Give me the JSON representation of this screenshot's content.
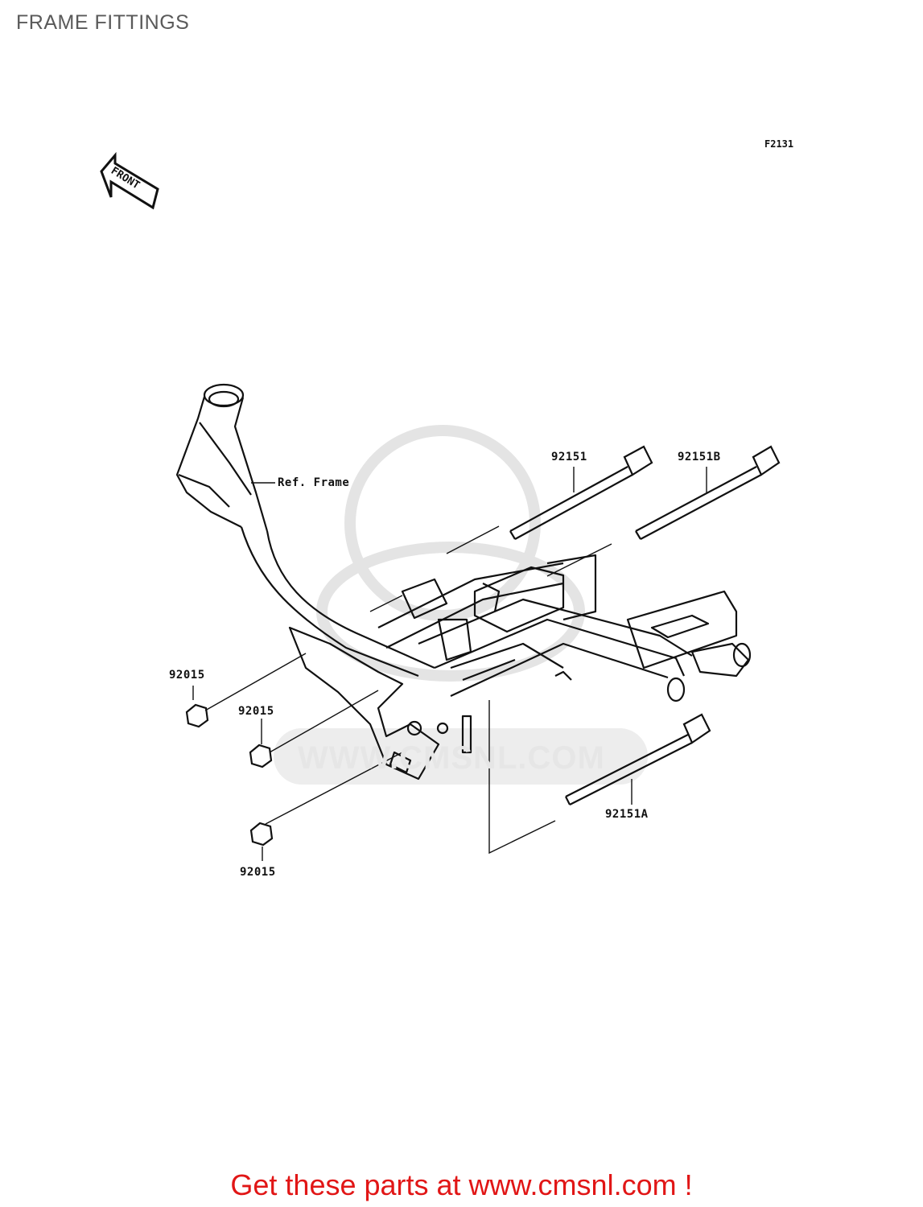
{
  "page": {
    "title": "FRAME FITTINGS"
  },
  "diagram": {
    "code": "F2131",
    "front_arrow_label": "FRONT",
    "ref_label": "Ref. Frame",
    "watermark": "WWW.CMSNL.COM",
    "parts": [
      {
        "id": "92151",
        "part": "bolt"
      },
      {
        "id": "92151B",
        "part": "bolt"
      },
      {
        "id": "92151A",
        "part": "bolt"
      },
      {
        "id": "92015",
        "part": "nut"
      },
      {
        "id": "92015",
        "part": "nut"
      },
      {
        "id": "92015",
        "part": "nut"
      }
    ]
  },
  "footer": {
    "cta": "Get these parts at www.cmsnl.com !",
    "color": "#e11616"
  }
}
